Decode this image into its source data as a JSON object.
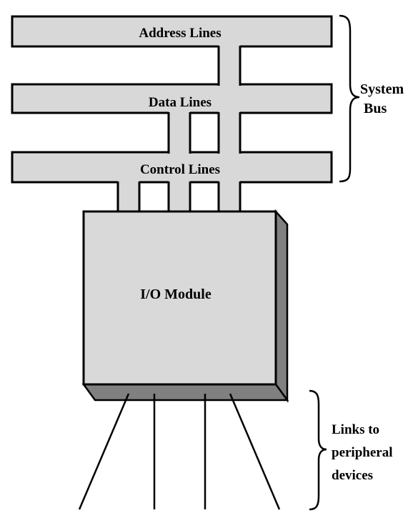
{
  "bus": {
    "address_label": "Address Lines",
    "data_label": "Data Lines",
    "control_label": "Control Lines",
    "system_bus_label_line1": "System",
    "system_bus_label_line2": "Bus"
  },
  "module": {
    "label": "I/O Module"
  },
  "peripheral": {
    "label_line1": "Links to",
    "label_line2": "peripheral",
    "label_line3": "devices"
  },
  "colors": {
    "bus_fill": "#d8d8d8",
    "module_fill": "#d9d9d9",
    "module_shadow": "#808080",
    "stroke": "#000000"
  }
}
